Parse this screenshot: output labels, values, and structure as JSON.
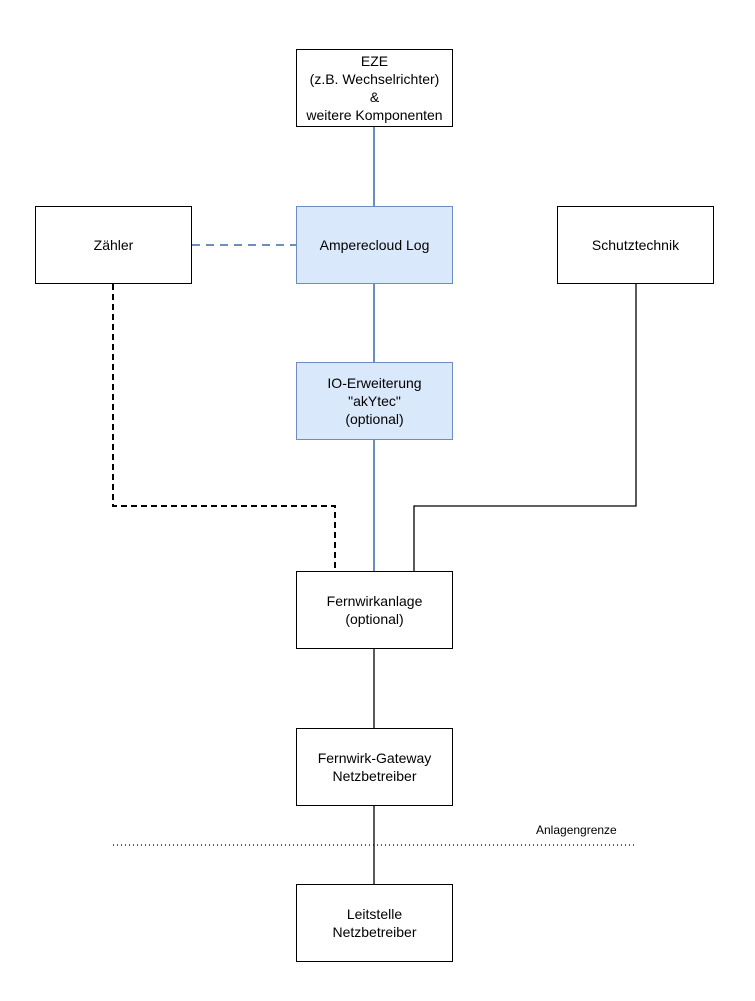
{
  "nodes": {
    "eze": "EZE\n(z.B. Wechselrichter)\n&\nweitere Komponenten",
    "zaehler": "Zähler",
    "amperecloud": "Amperecloud Log",
    "schutztechnik": "Schutztechnik",
    "io_erweiterung": "IO-Erweiterung\n\"akYtec\"\n(optional)",
    "fernwirkanlage": "Fernwirkanlage\n(optional)",
    "gateway": "Fernwirk-Gateway\nNetzbetreiber",
    "leitstelle": "Leitstelle\nNetzbetreiber"
  },
  "boundary_label": "Anlagengrenze",
  "colors": {
    "highlight_fill": "#dae8fc",
    "highlight_stroke": "#6c8ebf",
    "line_blue": "#6c8ebf",
    "line_black": "#000000"
  }
}
